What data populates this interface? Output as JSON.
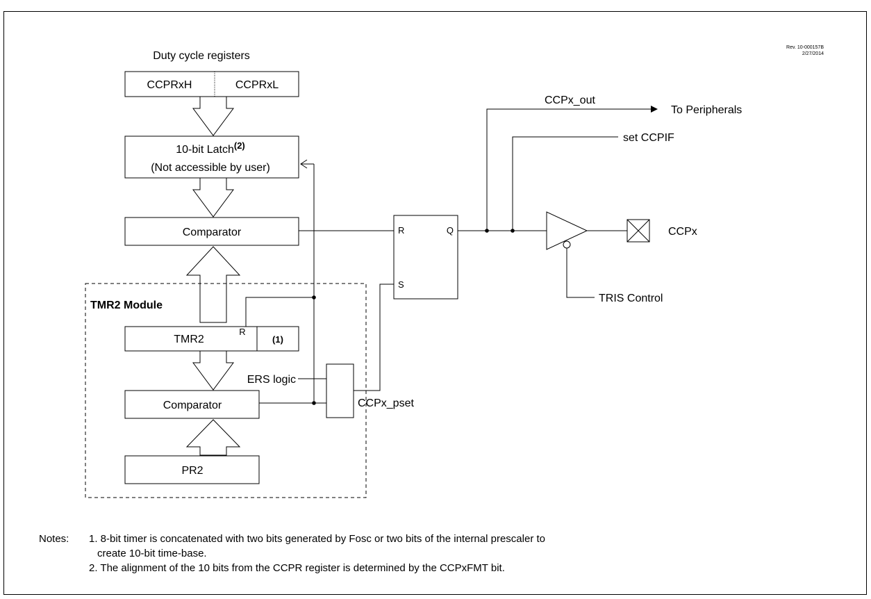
{
  "revision": {
    "line1": "Rev. 10-000157B",
    "line2": "2/27/2014"
  },
  "duty_cycle": {
    "title": "Duty cycle registers",
    "high": "CCPRxH",
    "low": "CCPRxL"
  },
  "latch": {
    "label": "10-bit Latch",
    "note_ref": "(2)",
    "sublabel": "(Not accessible by user)"
  },
  "comparator_top": {
    "label": "Comparator"
  },
  "tmr2_module": {
    "title": "TMR2 Module",
    "tmr2": "TMR2",
    "reset_pin": "R",
    "note_ref": "(1)",
    "ers_logic": "ERS logic",
    "comparator": "Comparator",
    "pr2": "PR2"
  },
  "flipflop": {
    "r": "R",
    "s": "S",
    "q": "Q"
  },
  "signals": {
    "ccpx_out": "CCPx_out",
    "to_peripherals": "To Peripherals",
    "set_ccpif": "set CCPIF",
    "ccpx": "CCPx",
    "tris_control": "TRIS Control",
    "ccpx_pset": "CCPx_pset"
  },
  "notes": {
    "heading": "Notes:",
    "items": [
      "1. 8-bit timer is concatenated with two bits generated by Fosc or two bits of the internal prescaler to",
      "create 10-bit time-base.",
      "2. The alignment of the 10 bits from the CCPR register is determined by the CCPxFMT bit."
    ]
  }
}
